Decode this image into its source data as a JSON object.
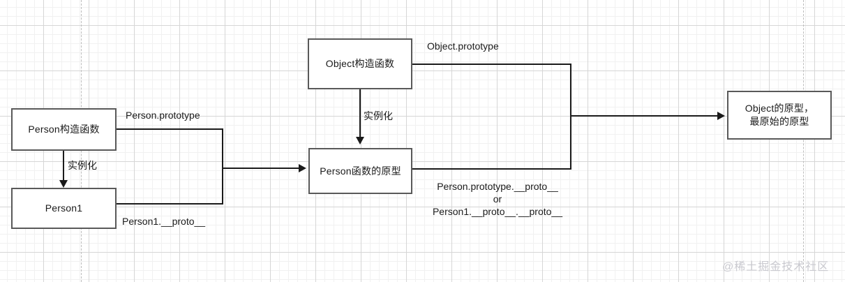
{
  "diagram": {
    "title": "JavaScript prototype chain diagram",
    "watermark": "@稀土掘金技术社区",
    "colors": {
      "node_border": "#595959",
      "node_fill": "#ffffff",
      "edge": "#1a1a1a",
      "grid_minor": "#f1f1f1",
      "grid_major": "#d6d6d6",
      "page_break": "#bdbdbd",
      "watermark": "#c9c9cf"
    },
    "nodes": [
      {
        "id": "person-constructor",
        "label": "Person构造函数"
      },
      {
        "id": "person1-instance",
        "label": "Person1"
      },
      {
        "id": "object-constructor",
        "label": "Object构造函数"
      },
      {
        "id": "person-prototype",
        "label": "Person函数的原型"
      },
      {
        "id": "object-prototype",
        "label_line1": "Object的原型，",
        "label_line2": "最原始的原型"
      }
    ],
    "edge_labels": [
      {
        "id": "person-prototype-label",
        "text": "Person.prototype"
      },
      {
        "id": "person-instantiate-label",
        "text": "实例化"
      },
      {
        "id": "person1-proto-label",
        "text": "Person1.__proto__"
      },
      {
        "id": "object-prototype-label",
        "text": "Object.prototype"
      },
      {
        "id": "object-instantiate-label",
        "text": "实例化"
      },
      {
        "id": "proto-chain-label-line1",
        "text": "Person.prototype.__proto__"
      },
      {
        "id": "proto-chain-label-line2",
        "text": "or"
      },
      {
        "id": "proto-chain-label-line3",
        "text": "Person1.__proto__.__proto__"
      }
    ]
  }
}
